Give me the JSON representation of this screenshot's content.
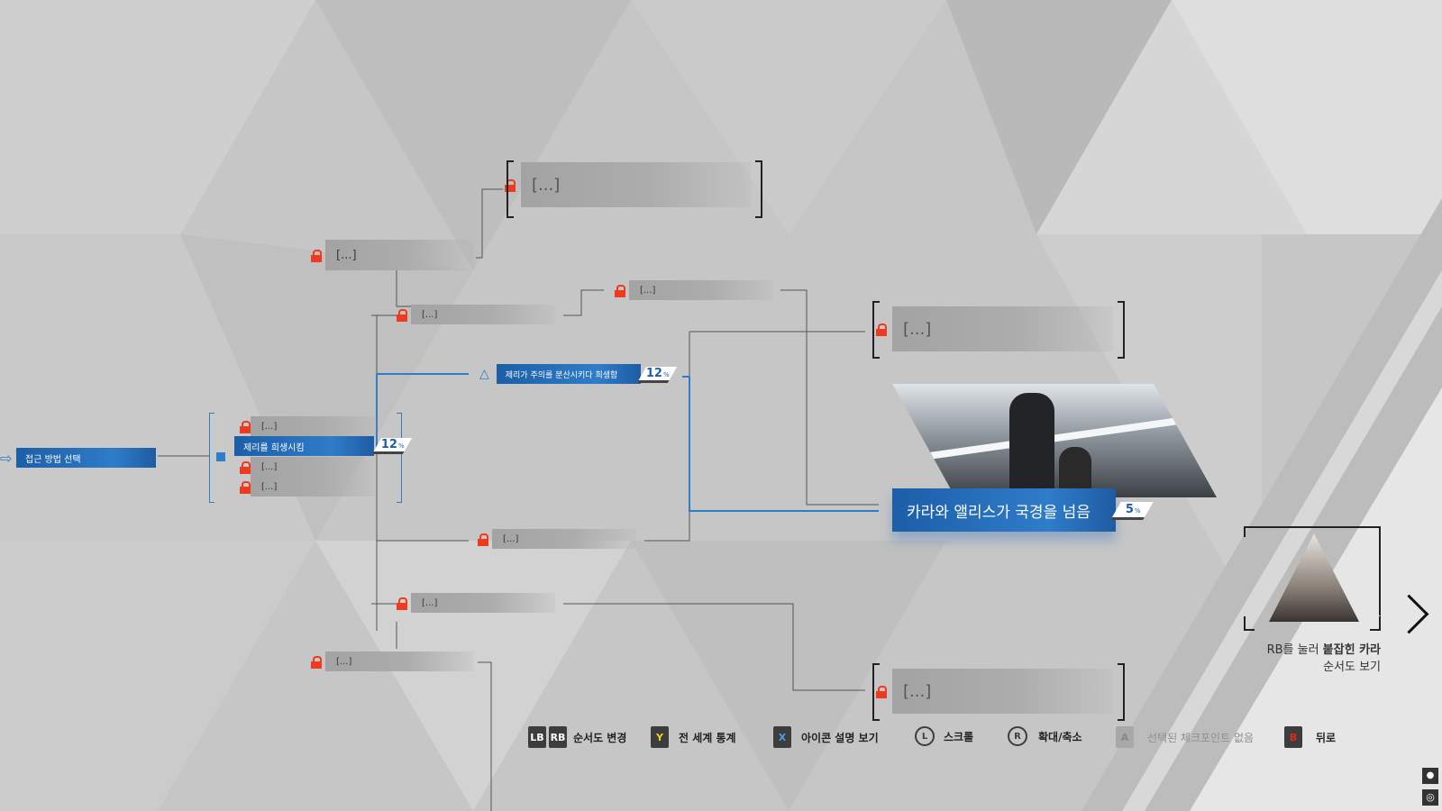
{
  "colors": {
    "accent_blue": "#1c5ea8",
    "lock_red": "#ee3a1e",
    "background": "#c4c4c4"
  },
  "nodes": {
    "start": "접근 방법 선택",
    "locked_placeholder": "[...]",
    "main_choice": "제리를 희생시킴",
    "main_choice_pct": "12",
    "mid_choice": "제리가 주의를 분산시키다 희생함",
    "mid_choice_pct": "12",
    "ending": "카라와 앨리스가 국경을 넘음",
    "ending_pct": "5",
    "pct_unit": "%"
  },
  "next_chapter": {
    "line1_prefix": "RB를 눌러",
    "line1_bold": "붙잡힌 카라",
    "line2": "순서도 보기",
    "icon": "chevron-right-icon"
  },
  "controls": [
    {
      "keys": [
        "LB",
        "RB"
      ],
      "label": "순서도 변경"
    },
    {
      "key": "Y",
      "label": "전 세계 통계",
      "color": "#f2d21b"
    },
    {
      "key": "X",
      "label": "아이콘 설명 보기",
      "color": "#2f7cc9"
    },
    {
      "key": "L",
      "label": "스크롤"
    },
    {
      "key": "R",
      "label": "확대/축소"
    },
    {
      "key": "A",
      "label": "선택된 체크포인트 없음",
      "disabled": true
    },
    {
      "key": "B",
      "label": "뒤로",
      "color": "#e02a1a"
    }
  ],
  "corner_icons": [
    "microphone-icon",
    "settings-icon"
  ]
}
